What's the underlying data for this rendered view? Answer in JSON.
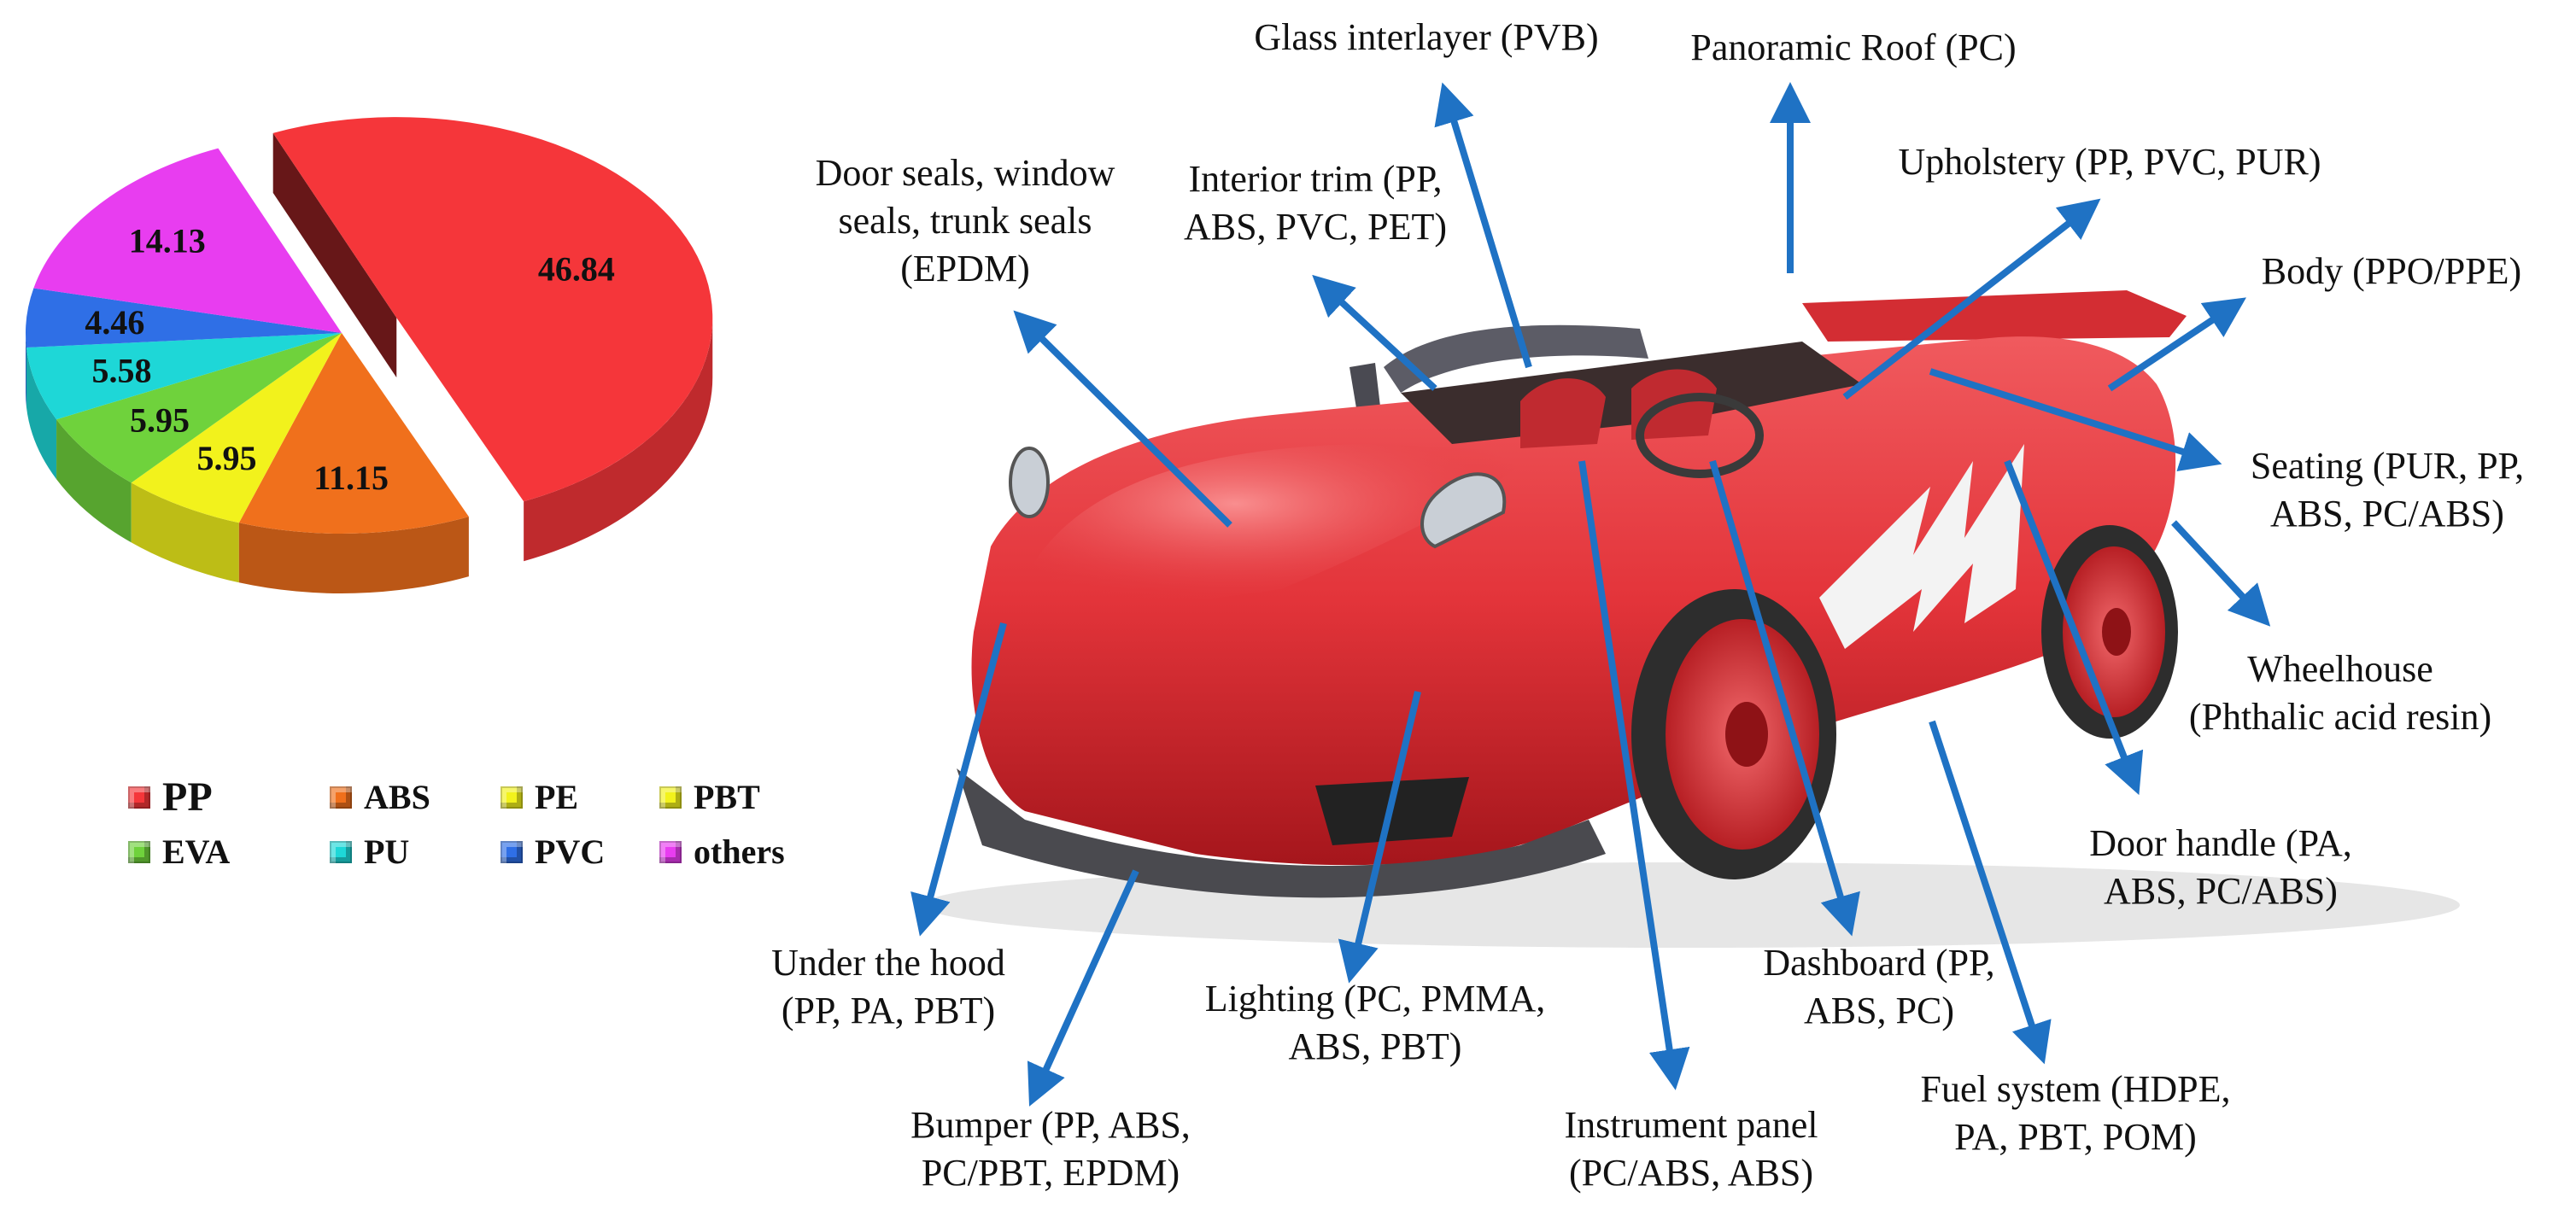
{
  "chart_data": {
    "type": "pie",
    "values": [
      46.84,
      11.15,
      5.95,
      5.95,
      5.58,
      4.46,
      14.13
    ],
    "value_labels": [
      "46.84",
      "11.15",
      "5.95",
      "5.95",
      "5.58",
      "4.46",
      "14.13"
    ],
    "legend": [
      "PP",
      "ABS",
      "PE",
      "PBT",
      "EVA",
      "PU",
      "PVC",
      "others"
    ],
    "colors": {
      "PP": "#f5363a",
      "ABS": "#f0701c",
      "PE": "#f2f21c",
      "PBT": "#f2f21c",
      "EVA": "#6fd23c",
      "PU": "#1ed7d7",
      "PVC": "#2f6fe6",
      "others": "#e83df0"
    },
    "exploded": "PP",
    "legend_placement": "bottom"
  },
  "labels": {
    "glass": "Glass interlayer (PVB)",
    "roof": "Panoramic Roof (PC)",
    "door_seals": "Door seals, window\nseals, trunk seals\n(EPDM)",
    "interior_trim": "Interior trim (PP,\nABS, PVC, PET)",
    "upholstery": "Upholstery (PP, PVC, PUR)",
    "body": "Body (PPO/PPE)",
    "seating": "Seating (PUR, PP,\nABS, PC/ABS)",
    "wheelhouse": "Wheelhouse\n(Phthalic acid resin)",
    "door_handle": "Door handle (PA,\nABS, PC/ABS)",
    "under_hood": "Under the hood\n(PP, PA, PBT)",
    "lighting": "Lighting (PC, PMMA,\nABS, PBT)",
    "bumper": "Bumper (PP, ABS,\nPC/PBT, EPDM)",
    "instrument": "Instrument panel\n(PC/ABS, ABS)",
    "dashboard": "Dashboard (PP,\nABS, PC)",
    "fuel": "Fuel system (HDPE,\nPA, PBT, POM)"
  },
  "colors": {
    "arrow": "#1f72c4",
    "car_red": "#e3343a"
  }
}
